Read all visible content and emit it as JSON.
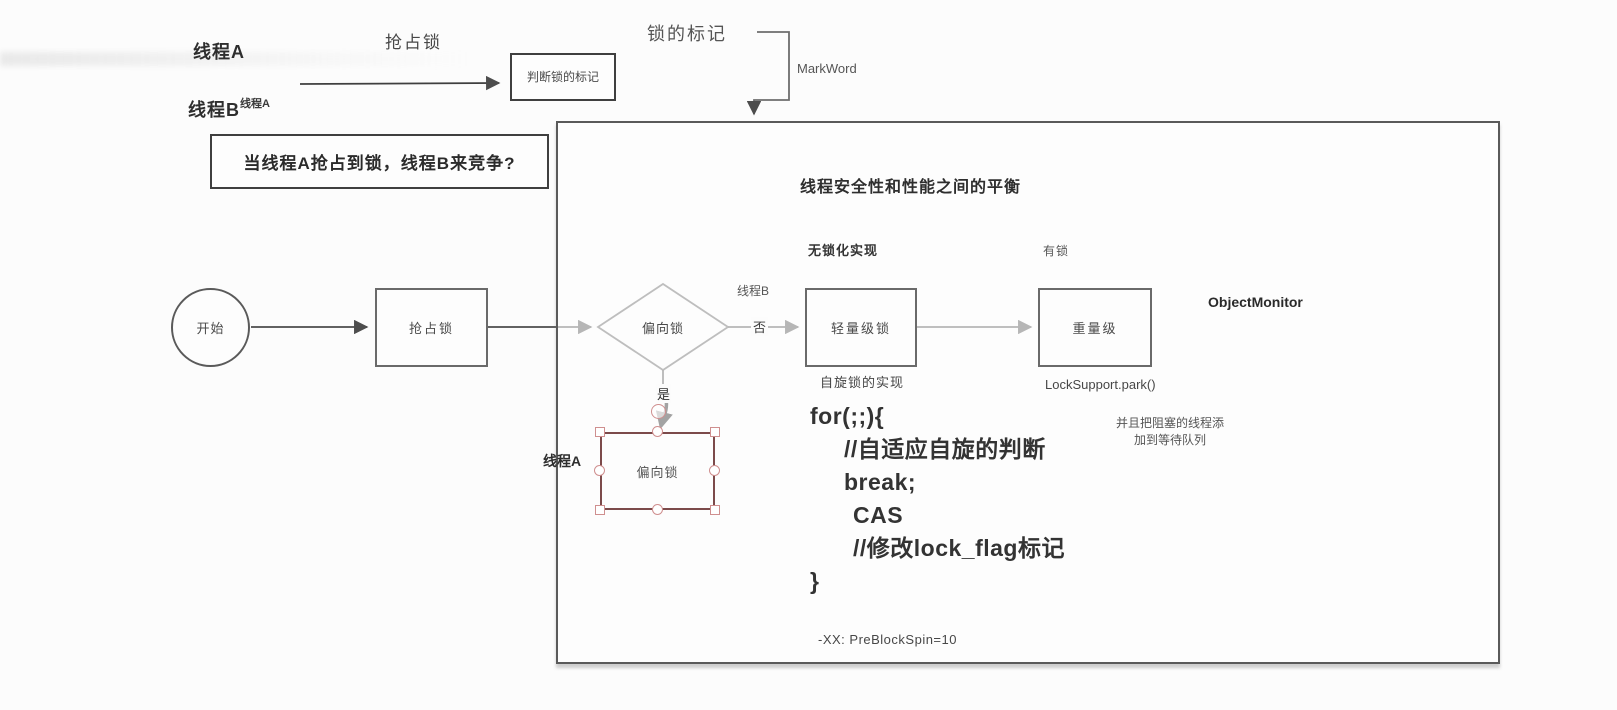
{
  "colors": {
    "line": "#4d4d4d",
    "selection_pink": "#cf8f8f",
    "selected_border": "#7c4a4a",
    "box_border": "#5a5a5a"
  },
  "top_left": {
    "thread_a": "线程A",
    "grab_lock_label": "抢占锁",
    "judge_box_label": "判断锁的标记",
    "thread_b": "线程B",
    "thread_b_superscript": "线程A",
    "question": "当线程A抢占到锁，线程B来竞争?"
  },
  "markword": {
    "lock_mark_label": "锁的标记",
    "markword_label": "MarkWord"
  },
  "flow": {
    "start": "开始",
    "grab_lock": "抢占锁",
    "biased_decision": "偏向锁",
    "thread_b_branch": "线程B",
    "no_label": "否",
    "yes_label": "是",
    "lightweight_lock": "轻量级锁",
    "heavyweight": "重量级",
    "biased_selected": "偏向锁",
    "thread_a_branch": "线程A"
  },
  "panel": {
    "title": "线程安全性和性能之间的平衡",
    "lockfree_label": "无锁化实现",
    "locked_label": "有锁",
    "object_monitor": "ObjectMonitor",
    "spin_impl_label": "自旋锁的实现",
    "lock_support": "LockSupport.park()",
    "enqueue_note_line1": "并且把阻塞的线程添",
    "enqueue_note_line2": "加到等待队列",
    "jvm_flag": "-XX: PreBlockSpin=10",
    "code_lines": {
      "0": "for(;;){",
      "1": "//自适应自旋的判断",
      "2": "break;",
      "3": "CAS",
      "4": "//修改lock_flag标记",
      "5": "}"
    }
  }
}
